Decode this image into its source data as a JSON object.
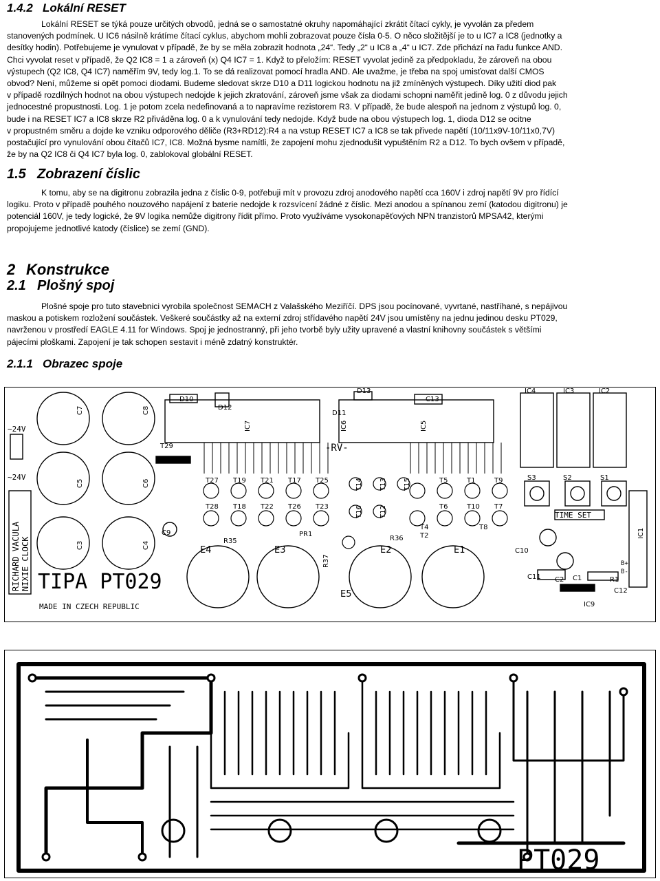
{
  "sections": {
    "s142": {
      "num": "1.4.2",
      "title": "Lokální RESET"
    },
    "s15": {
      "num": "1.5",
      "title": "Zobrazení číslic"
    },
    "s2": {
      "num": "2",
      "title": "Konstrukce"
    },
    "s21": {
      "num": "2.1",
      "title": "Plošný spoj"
    },
    "s211": {
      "num": "2.1.1",
      "title": "Obrazec spoje"
    }
  },
  "paragraphs": {
    "reset": [
      "Lokální RESET se týká pouze určitých obvodů, jedná se o samostatné okruhy napomáhající zkrátit čítací cykly, je vyvolán za předem",
      "stanovených podmínek. U IC6 násilně krátíme čítací cyklus, abychom mohli zobrazovat pouze čísla 0-5. O něco složitější je to u IC7 a IC8 (jednotky a",
      "desítky hodin). Potřebujeme je vynulovat v případě, že by se měla zobrazit hodnota „24“. Tedy „2“ u IC8 a „4“ u IC7. Zde přichází na řadu funkce AND.",
      "Chci vyvolat reset v případě, že Q2 IC8 = 1 a zároveň (x) Q4 IC7 = 1. Když to přeložím: RESET vyvolat jedině za předpokladu, že zároveň na obou",
      "výstupech (Q2 IC8, Q4 IC7) naměřím 9V, tedy log.1. To se dá realizovat pomocí hradla AND. Ale uvažme, je třeba na spoj umisťovat další CMOS",
      "obvod? Není, můžeme si opět pomoci diodami. Budeme sledovat skrze D10 a D11 logickou hodnotu na již zmíněných výstupech. Díky užití diod pak",
      "v případě rozdílných hodnot na obou výstupech nedojde k jejich zkratování, zároveň jsme však za diodami schopni naměřit jedině log. 0 z důvodu jejich",
      "jednocestné propustnosti. Log. 1 je potom zcela nedefinovaná a to napravíme rezistorem R3. V případě, že bude alespoň na jednom z výstupů log. 0,",
      "bude i na RESET IC7 a IC8 skrze R2 přiváděna log. 0 a k vynulování tedy nedojde.  Když bude na obou výstupech log. 1, dioda D12 se ocitne",
      "v propustném směru a dojde ke vzniku odporového děliče (R3+RD12):R4 a na vstup RESET IC7 a IC8 se tak přivede napětí (10/11x9V-10/11x0,7V)",
      "postačující pro vynulování obou čítačů IC7, IC8. Možná bysme namítli, že zapojení mohu zjednodušit vypuštěním R2 a D12. To bych ovšem v případě,",
      "že by na Q2 IC8 či Q4 IC7 byla log. 0, zablokoval globální RESET."
    ],
    "digits": [
      "K tomu, aby se na digitronu zobrazila jedna z číslic 0-9, potřebuji mít v provozu zdroj anodového napětí cca 160V i zdroj napětí 9V pro řídící",
      "logiku. Proto v případě pouhého nouzového napájení z baterie nedojde k rozsvícení žádné z číslic. Mezi anodou a spínanou zemí (katodou digitronu) je",
      "potenciál 160V, je tedy logické, že 9V logika nemůže digitrony řídit přímo. Proto využíváme vysokonapěťových NPN tranzistorů MPSA42, kterými",
      "propojujeme jednotlivé katody (číslice) se zemí (GND)."
    ],
    "pcb": [
      "Plošné spoje pro tuto stavebnici vyrobila společnost SEMACH z Valašského Meziříčí. DPS jsou pocínované, vyvrtané, nastříhané, s nepájivou",
      "maskou a potiskem rozložení součástek. Veškeré součástky až na externí zdroj střídavého napětí 24V jsou umístěny na jednu jedinou desku PT029,",
      "navrženou v prostředí EAGLE 4.11 for Windows. Spoj je jednostranný, při jeho tvorbě byly užity upravené a vlastní knihovny součástek s většími",
      "pájecími ploškami. Zapojení je tak schopen sestavit i méně zdatný konstruktér."
    ]
  },
  "silkscreen": {
    "board_title": "TIPA PT029",
    "made_in": "MADE IN CZECH REPUBLIC",
    "author": "RICHARD VACULA",
    "product": "NIXIE CLOCK",
    "time_set": "TIME SET",
    "rv": "-RV-",
    "v24a": "~24V",
    "v24b": "~24V",
    "bplus": "B+",
    "bminus": "B-",
    "caps": [
      "C7",
      "C8",
      "C5",
      "C6",
      "C3",
      "C4",
      "C9",
      "C10",
      "C11",
      "C12",
      "C13",
      "C1",
      "C2"
    ],
    "ics": [
      "IC1",
      "IC2",
      "IC3",
      "IC4",
      "IC5",
      "IC6",
      "IC7",
      "IC9"
    ],
    "diodes": [
      "D10",
      "D11",
      "D12",
      "D13"
    ],
    "switches": [
      "S1",
      "S2",
      "S3"
    ],
    "transistors": [
      "T27",
      "T19",
      "T21",
      "T17",
      "T25",
      "T14",
      "T13",
      "T15",
      "T9",
      "T5",
      "T1",
      "T28",
      "T18",
      "T22",
      "T26",
      "T23",
      "T16",
      "T12",
      "T6",
      "T10",
      "T7",
      "T4",
      "T8",
      "T2",
      "T29"
    ],
    "nixies": [
      "E1",
      "E2",
      "E3",
      "E4",
      "E5"
    ],
    "resistors": [
      "R35",
      "R37",
      "R36",
      "R1",
      "PR1"
    ],
    "copper_title": "PT029"
  }
}
